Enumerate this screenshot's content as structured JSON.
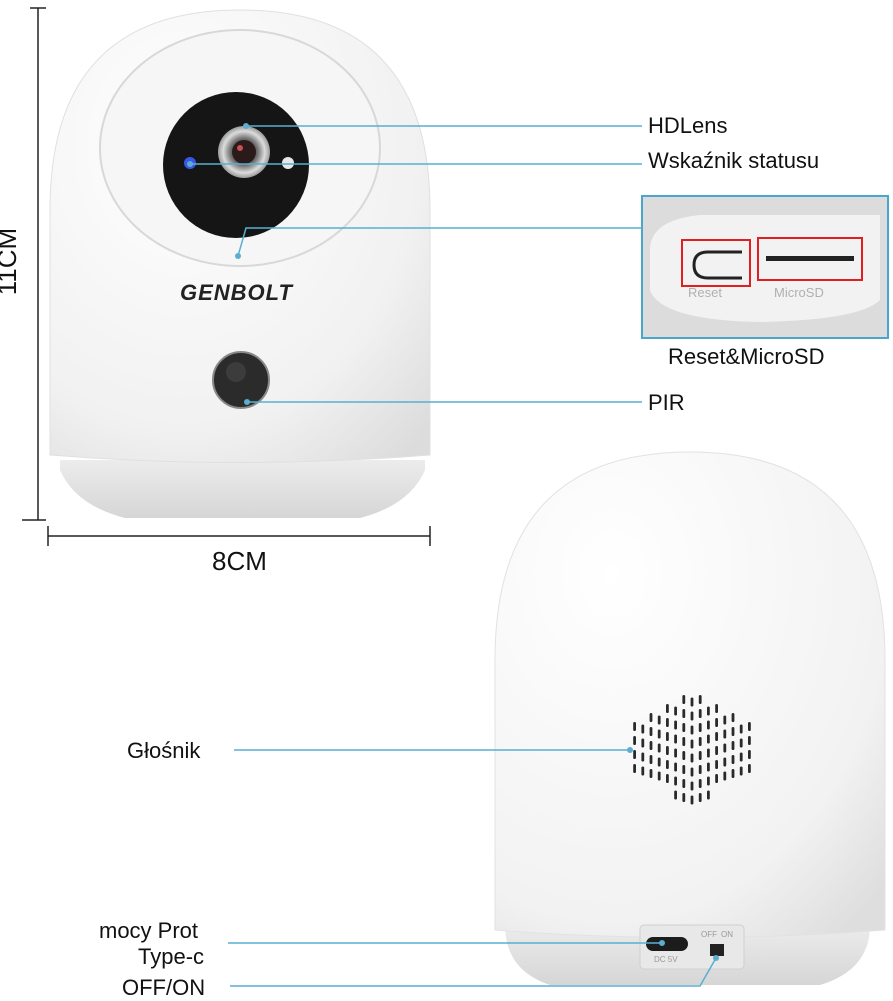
{
  "dimensions": {
    "height": "11CM",
    "width": "8CM"
  },
  "brand": "GENBOLT",
  "callouts": {
    "lens": "HDLens",
    "status": "Wskaźnik statusu",
    "reset_sd": "Reset&MicroSD",
    "pir": "PIR",
    "speaker": "Głośnik",
    "power_line1": "mocy Prot",
    "power_line2": "Type-c",
    "switch": "OFF/ON"
  },
  "inset": {
    "reset_label": "Reset",
    "microsd_label": "MicroSD"
  },
  "port": {
    "dc_label": "DC 5V",
    "switch_off": "OFF",
    "switch_on": "ON"
  },
  "colors": {
    "callout_line": "#5aaed0",
    "highlight_box": "#e02020",
    "body": "#f4f4f4"
  }
}
